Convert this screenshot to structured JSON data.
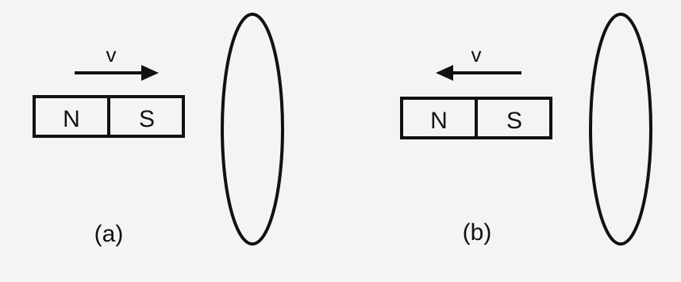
{
  "panels": [
    {
      "caption": "(a)",
      "velocity_label": "v",
      "velocity_direction": "right",
      "magnet": {
        "left_pole": "N",
        "right_pole": "S"
      }
    },
    {
      "caption": "(b)",
      "velocity_label": "v",
      "velocity_direction": "left",
      "magnet": {
        "left_pole": "N",
        "right_pole": "S"
      }
    }
  ],
  "colors": {
    "background": "#f4f4f4",
    "stroke": "#111111"
  }
}
